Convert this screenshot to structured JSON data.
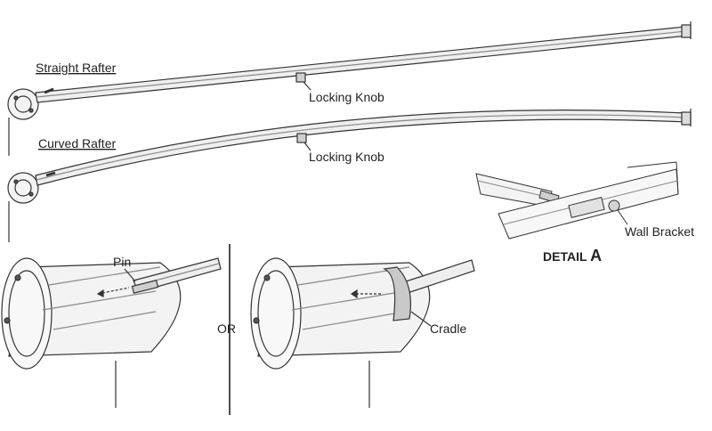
{
  "labels": {
    "straight_rafter": "Straight Rafter",
    "curved_rafter": "Curved Rafter",
    "locking_knob_1": "Locking Knob",
    "locking_knob_2": "Locking Knob",
    "wall_bracket": "Wall Bracket",
    "detail_a_prefix": "DETAIL ",
    "detail_a_letter": "A",
    "pin": "Pin",
    "or": "OR",
    "cradle": "Cradle"
  }
}
